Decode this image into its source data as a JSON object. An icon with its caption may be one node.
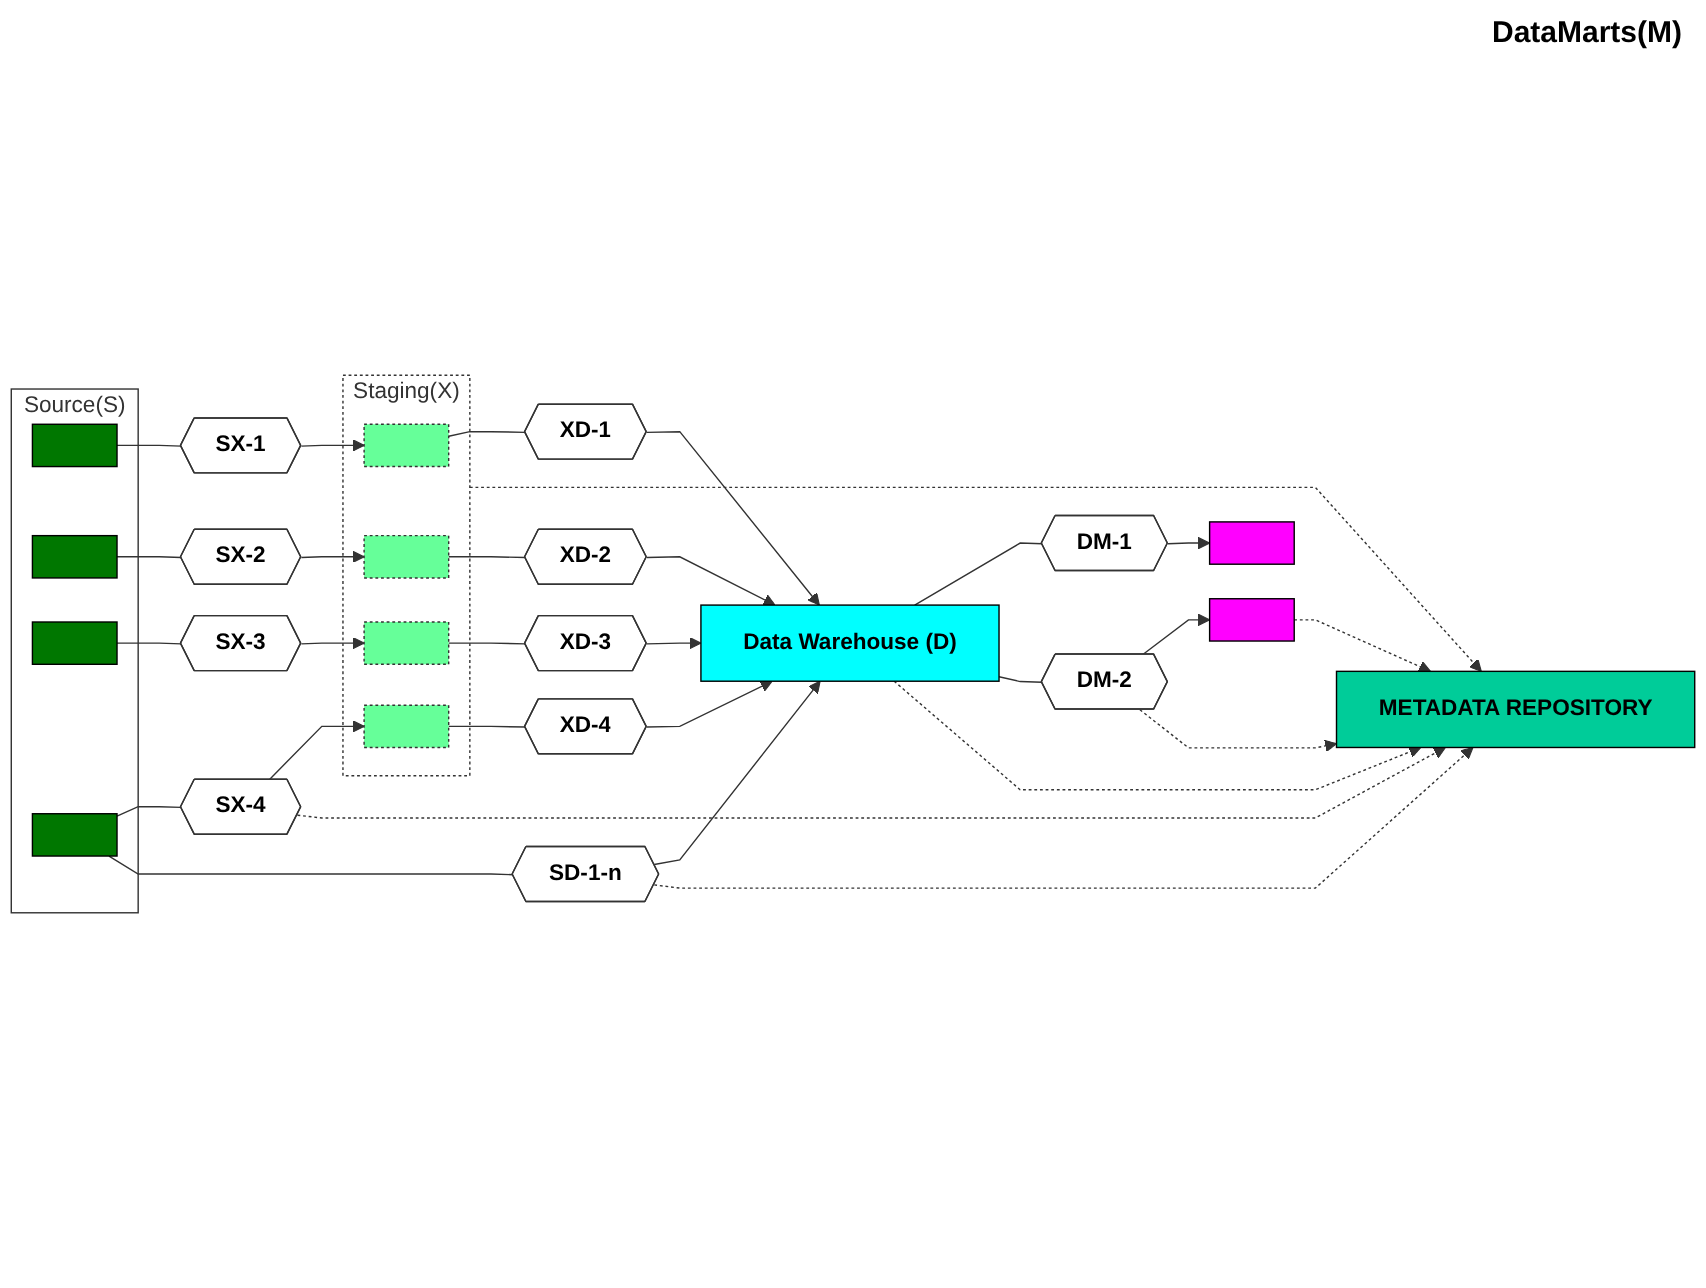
{
  "diagram": {
    "nodes": [
      {
        "text": [
          "Source(S)"
        ]
      },
      {
        "text": [],
        "shape": "box",
        "in": 0
      },
      {
        "text": [],
        "shape": "box",
        "in": 0
      },
      {
        "text": [],
        "shape": "box",
        "in": 0
      },
      {
        "text": [],
        "shape": "box",
        "in": 0
      },
      {
        "text": [
          "Staging(X)"
        ]
      },
      {
        "text": [],
        "shape": "box",
        "in": 5
      },
      {
        "text": [],
        "shape": "box",
        "in": 5
      },
      {
        "text": [],
        "shape": "box",
        "in": 5
      },
      {
        "text": [],
        "shape": "box",
        "in": 5
      },
      {
        "text": [
          "SX-1"
        ]
      },
      {
        "text": [
          "SX-2"
        ]
      },
      {
        "text": [
          "SX-3"
        ]
      },
      {
        "text": [
          "SX-4"
        ]
      },
      {
        "text": [
          "XD-1"
        ]
      },
      {
        "text": [
          "XD-2"
        ]
      },
      {
        "text": [
          "XD-3"
        ]
      },
      {
        "text": [
          "XD-4"
        ]
      },
      {
        "text": [
          "SD-1-n"
        ]
      },
      {
        "text": [
          "Data Warehouse (D)"
        ]
      },
      {
        "text": [
          "DM-1"
        ]
      },
      {
        "text": [
          "DM-2"
        ]
      },
      {
        "text": [],
        "shape": "box"
      },
      {
        "text": [],
        "shape": "box"
      },
      {
        "text": [
          "METADATA REPOSITORY"
        ]
      }
    ],
    "edges": [
      {
        "from": 1,
        "to": 10,
        "arrow": "none"
      },
      {
        "from": 10,
        "to": 6,
        "arrow": "to"
      },
      {
        "from": 2,
        "to": 11,
        "arrow": "none"
      },
      {
        "from": 11,
        "to": 7,
        "arrow": "to"
      },
      {
        "from": 3,
        "to": 12,
        "arrow": "none"
      },
      {
        "from": 12,
        "to": 8,
        "arrow": "to"
      },
      {
        "from": 4,
        "to": 13,
        "arrow": "none"
      },
      {
        "from": 13,
        "to": 9,
        "arrow": "to"
      },
      {
        "from": 6,
        "to": 14,
        "arrow": "none"
      },
      {
        "from": 14,
        "to": 19,
        "arrow": "to"
      },
      {
        "from": 7,
        "to": 15,
        "arrow": "none"
      },
      {
        "from": 15,
        "to": 19,
        "arrow": "to"
      },
      {
        "from": 8,
        "to": 16,
        "arrow": "none"
      },
      {
        "from": 16,
        "to": 19,
        "arrow": "to"
      },
      {
        "from": 9,
        "to": 17,
        "arrow": "none"
      },
      {
        "from": 17,
        "to": 19,
        "arrow": "to"
      },
      {
        "from": 4,
        "to": 18,
        "arrow": "none"
      },
      {
        "from": 18,
        "to": 19,
        "arrow": "to"
      },
      {
        "from": 19,
        "to": 20,
        "arrow": "none"
      },
      {
        "from": 20,
        "to": 22,
        "arrow": "to"
      },
      {
        "from": 19,
        "to": 21,
        "arrow": "none"
      },
      {
        "from": 21,
        "to": 23,
        "arrow": "to"
      },
      {
        "from": 13,
        "to": 24,
        "arrow": "to",
        "style": "dashed"
      },
      {
        "from": 5,
        "to": 24,
        "arrow": "to",
        "style": "dashed"
      },
      {
        "from": 18,
        "to": 24,
        "arrow": "to",
        "style": "dashed"
      },
      {
        "from": 19,
        "to": 24,
        "arrow": "to",
        "style": "dashed"
      },
      {
        "from": 21,
        "to": 24,
        "arrow": "to",
        "style": "dashed"
      },
      {
        "from": 23,
        "to": 24,
        "arrow": "to",
        "style": "dashed"
      }
    ],
    "labels": [
      "DataMarts(M)"
    ]
  }
}
